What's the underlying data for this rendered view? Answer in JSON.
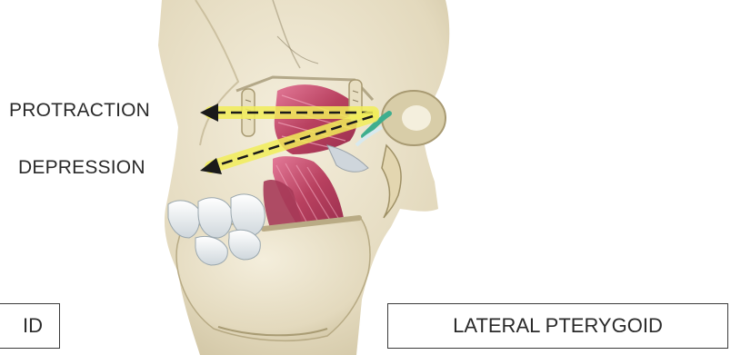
{
  "labels": {
    "protraction": "PROTRACTION",
    "depression": "DEPRESSION"
  },
  "captions": {
    "left_partial": "ID",
    "right": "LATERAL PTERYGOID"
  },
  "colors": {
    "arrow_fill": "#f2ee5a",
    "arrow_dash": "#1a1a1a",
    "muscle": "#c24a6e",
    "bone": "#e8e0c8",
    "disc": "#3fae8e"
  },
  "icons": [
    "skull-illustration",
    "jaw-illustration",
    "teeth-illustration",
    "muscle-illustration"
  ]
}
